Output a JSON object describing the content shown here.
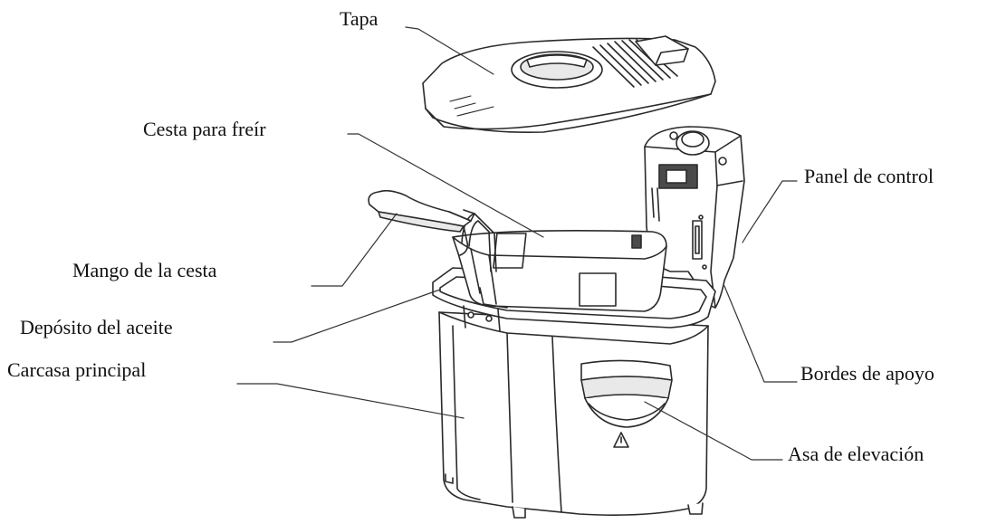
{
  "labels": {
    "tapa": "Tapa",
    "cesta": "Cesta para freír",
    "panel": "Panel de control",
    "mango": "Mango de la cesta",
    "deposito": "Depósito del aceite",
    "carcasa": "Carcasa principal",
    "bordes": "Bordes de apoyo",
    "asa": "Asa de elevación"
  },
  "colors": {
    "line": "#2a2a2a",
    "background": "#ffffff"
  }
}
